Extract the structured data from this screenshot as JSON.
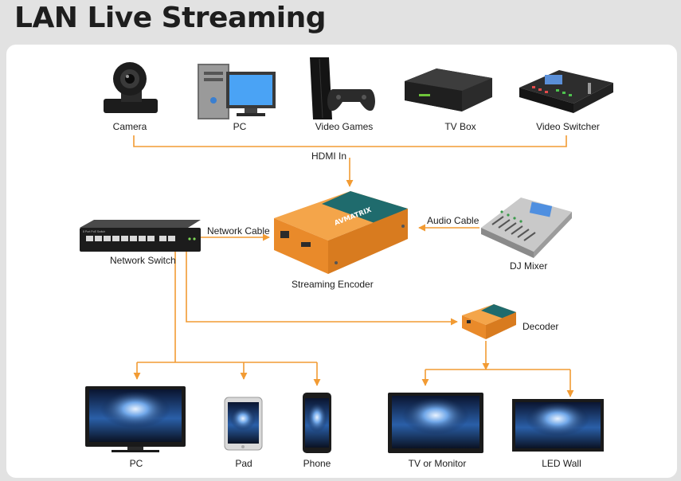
{
  "title": "LAN Live Streaming",
  "colors": {
    "accent": "#f29b33",
    "encoder_orange": "#ee8f2f",
    "encoder_teal": "#1f6b6d"
  },
  "sources": [
    {
      "label": "Camera",
      "icon": "ptz-camera-icon"
    },
    {
      "label": "PC",
      "icon": "desktop-pc-icon"
    },
    {
      "label": "Video Games",
      "icon": "game-console-icon"
    },
    {
      "label": "TV Box",
      "icon": "tv-box-icon"
    },
    {
      "label": "Video Switcher",
      "icon": "video-switcher-icon"
    }
  ],
  "connections": {
    "hdmi_in": "HDMI In",
    "network_cable": "Network Cable",
    "audio_cable": "Audio Cable"
  },
  "devices": {
    "network_switch": "Network Switch",
    "encoder": "Streaming Encoder",
    "encoder_brand": "AVMATRIX",
    "dj_mixer": "DJ Mixer",
    "decoder": "Decoder"
  },
  "outputs": [
    {
      "label": "PC",
      "icon": "monitor-icon"
    },
    {
      "label": "Pad",
      "icon": "tablet-icon"
    },
    {
      "label": "Phone",
      "icon": "phone-icon"
    },
    {
      "label": "TV or Monitor",
      "icon": "tv-icon"
    },
    {
      "label": "LED Wall",
      "icon": "led-wall-icon"
    }
  ]
}
